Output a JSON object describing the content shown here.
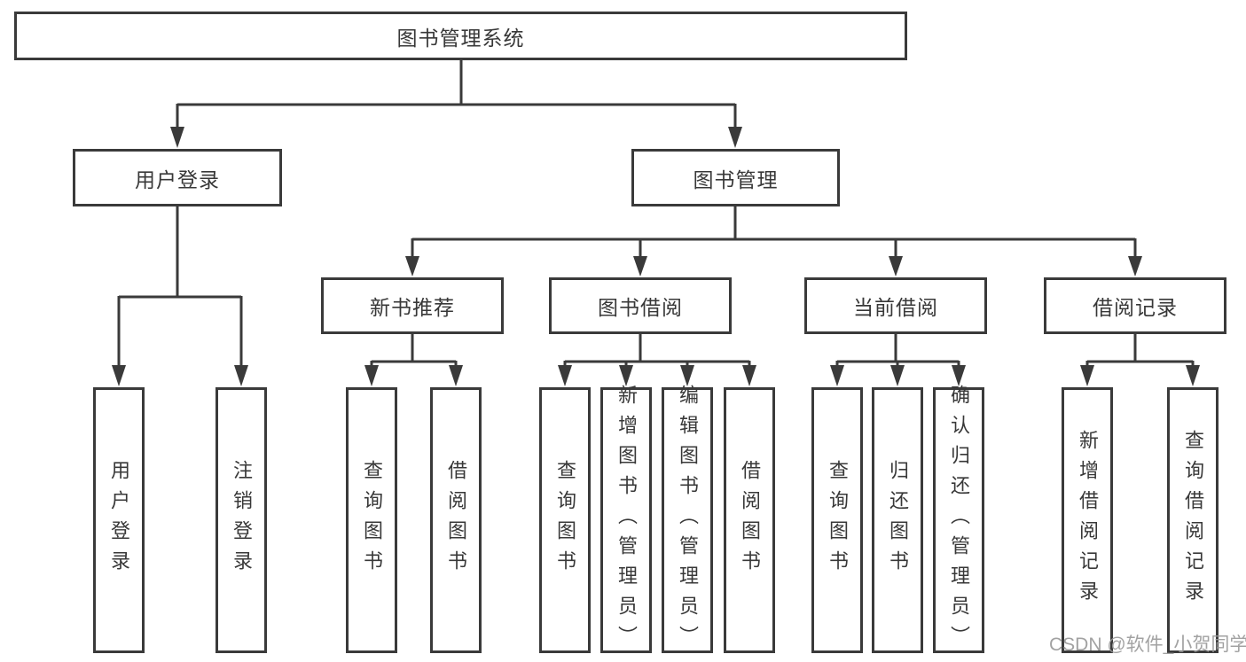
{
  "nodes": {
    "root": {
      "label": "图书管理系统"
    },
    "level1": [
      {
        "label": "用户登录"
      },
      {
        "label": "图书管理"
      }
    ],
    "level2": [
      {
        "label": "新书推荐",
        "parent": "图书管理"
      },
      {
        "label": "图书借阅",
        "parent": "图书管理"
      },
      {
        "label": "当前借阅",
        "parent": "图书管理"
      },
      {
        "label": "借阅记录",
        "parent": "图书管理"
      }
    ],
    "leaves": [
      {
        "label": "用户登录",
        "parent": "用户登录"
      },
      {
        "label": "注销登录",
        "parent": "用户登录"
      },
      {
        "label": "查询图书",
        "parent": "新书推荐"
      },
      {
        "label": "借阅图书",
        "parent": "新书推荐"
      },
      {
        "label": "查询图书",
        "parent": "图书借阅"
      },
      {
        "label": "新增图书（管理员）",
        "parent": "图书借阅"
      },
      {
        "label": "编辑图书（管理员）",
        "parent": "图书借阅"
      },
      {
        "label": "借阅图书",
        "parent": "图书借阅"
      },
      {
        "label": "查询图书",
        "parent": "当前借阅"
      },
      {
        "label": "归还图书",
        "parent": "当前借阅"
      },
      {
        "label": "确认归还（管理员）",
        "parent": "当前借阅"
      },
      {
        "label": "新增借阅记录",
        "parent": "借阅记录"
      },
      {
        "label": "查询借阅记录",
        "parent": "借阅记录"
      }
    ]
  },
  "watermark": {
    "text": "CSDN @软件_小贺同学"
  },
  "colors": {
    "line": "#3a3a3a",
    "text": "#383838",
    "watermark": "#989898",
    "background": "#ffffff"
  }
}
